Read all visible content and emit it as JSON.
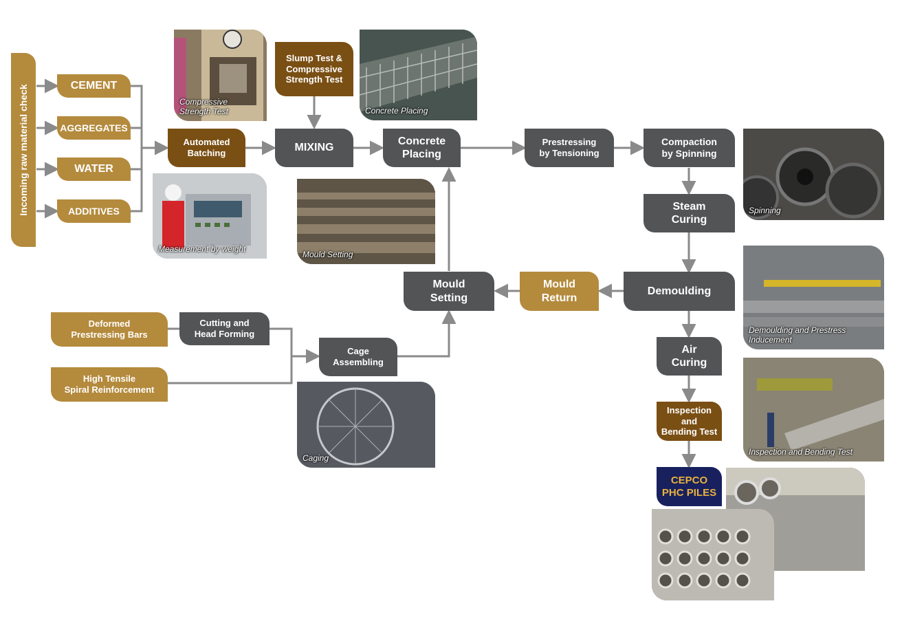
{
  "raw_check": "Incoming raw material check",
  "materials": [
    "CEMENT",
    "AGGREGATES",
    "WATER",
    "ADDITIVES"
  ],
  "steps": {
    "automated_batching": "Automated\nBatching",
    "slump_test": "Slump Test &\nCompressive\nStrength Test",
    "mixing": "MIXING",
    "concrete_placing": "Concrete\nPlacing",
    "prestressing": "Prestressing\nby Tensioning",
    "compaction": "Compaction\nby Spinning",
    "steam_curing": "Steam\nCuring",
    "demoulding": "Demoulding",
    "mould_return": "Mould\nReturn",
    "mould_setting": "Mould\nSetting",
    "deformed_bars": "Deformed\nPrestressing Bars",
    "cutting": "Cutting and\nHead Forming",
    "spiral": "High Tensile\nSpiral Reinforcement",
    "cage": "Cage\nAssembling",
    "air_curing": "Air\nCuring",
    "inspection": "Inspection\nand\nBending Test",
    "final": "CEPCO\nPHC PILES"
  },
  "captions": {
    "compressive": "Compressive\nStrength Test",
    "concrete_placing": "Concrete Placing",
    "measurement": "Measurement by weight",
    "mould_setting": "Mould Setting",
    "spinning": "Spinning",
    "demoulding": "Demoulding and Prestress\nInducement",
    "inspection": "Inspection and Bending Test",
    "caging": "Caging"
  },
  "colors": {
    "gray": "#535456",
    "gold": "#b48a3c",
    "brown": "#7a4f14",
    "navy": "#18205e",
    "arrow": "#8a8a8a"
  }
}
